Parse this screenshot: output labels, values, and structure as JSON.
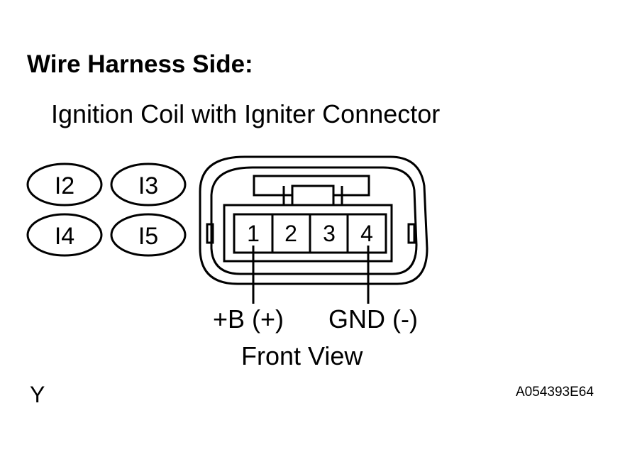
{
  "heading": "Wire Harness Side:",
  "subtitle": "Ignition Coil with Igniter Connector",
  "codes": [
    "I2",
    "I3",
    "I4",
    "I5"
  ],
  "pins": [
    "1",
    "2",
    "3",
    "4"
  ],
  "terminals": {
    "b_plus": "+B (+)",
    "gnd": "GND (-)"
  },
  "view_label": "Front View",
  "corner_left": "Y",
  "figure_id": "A054393E64"
}
